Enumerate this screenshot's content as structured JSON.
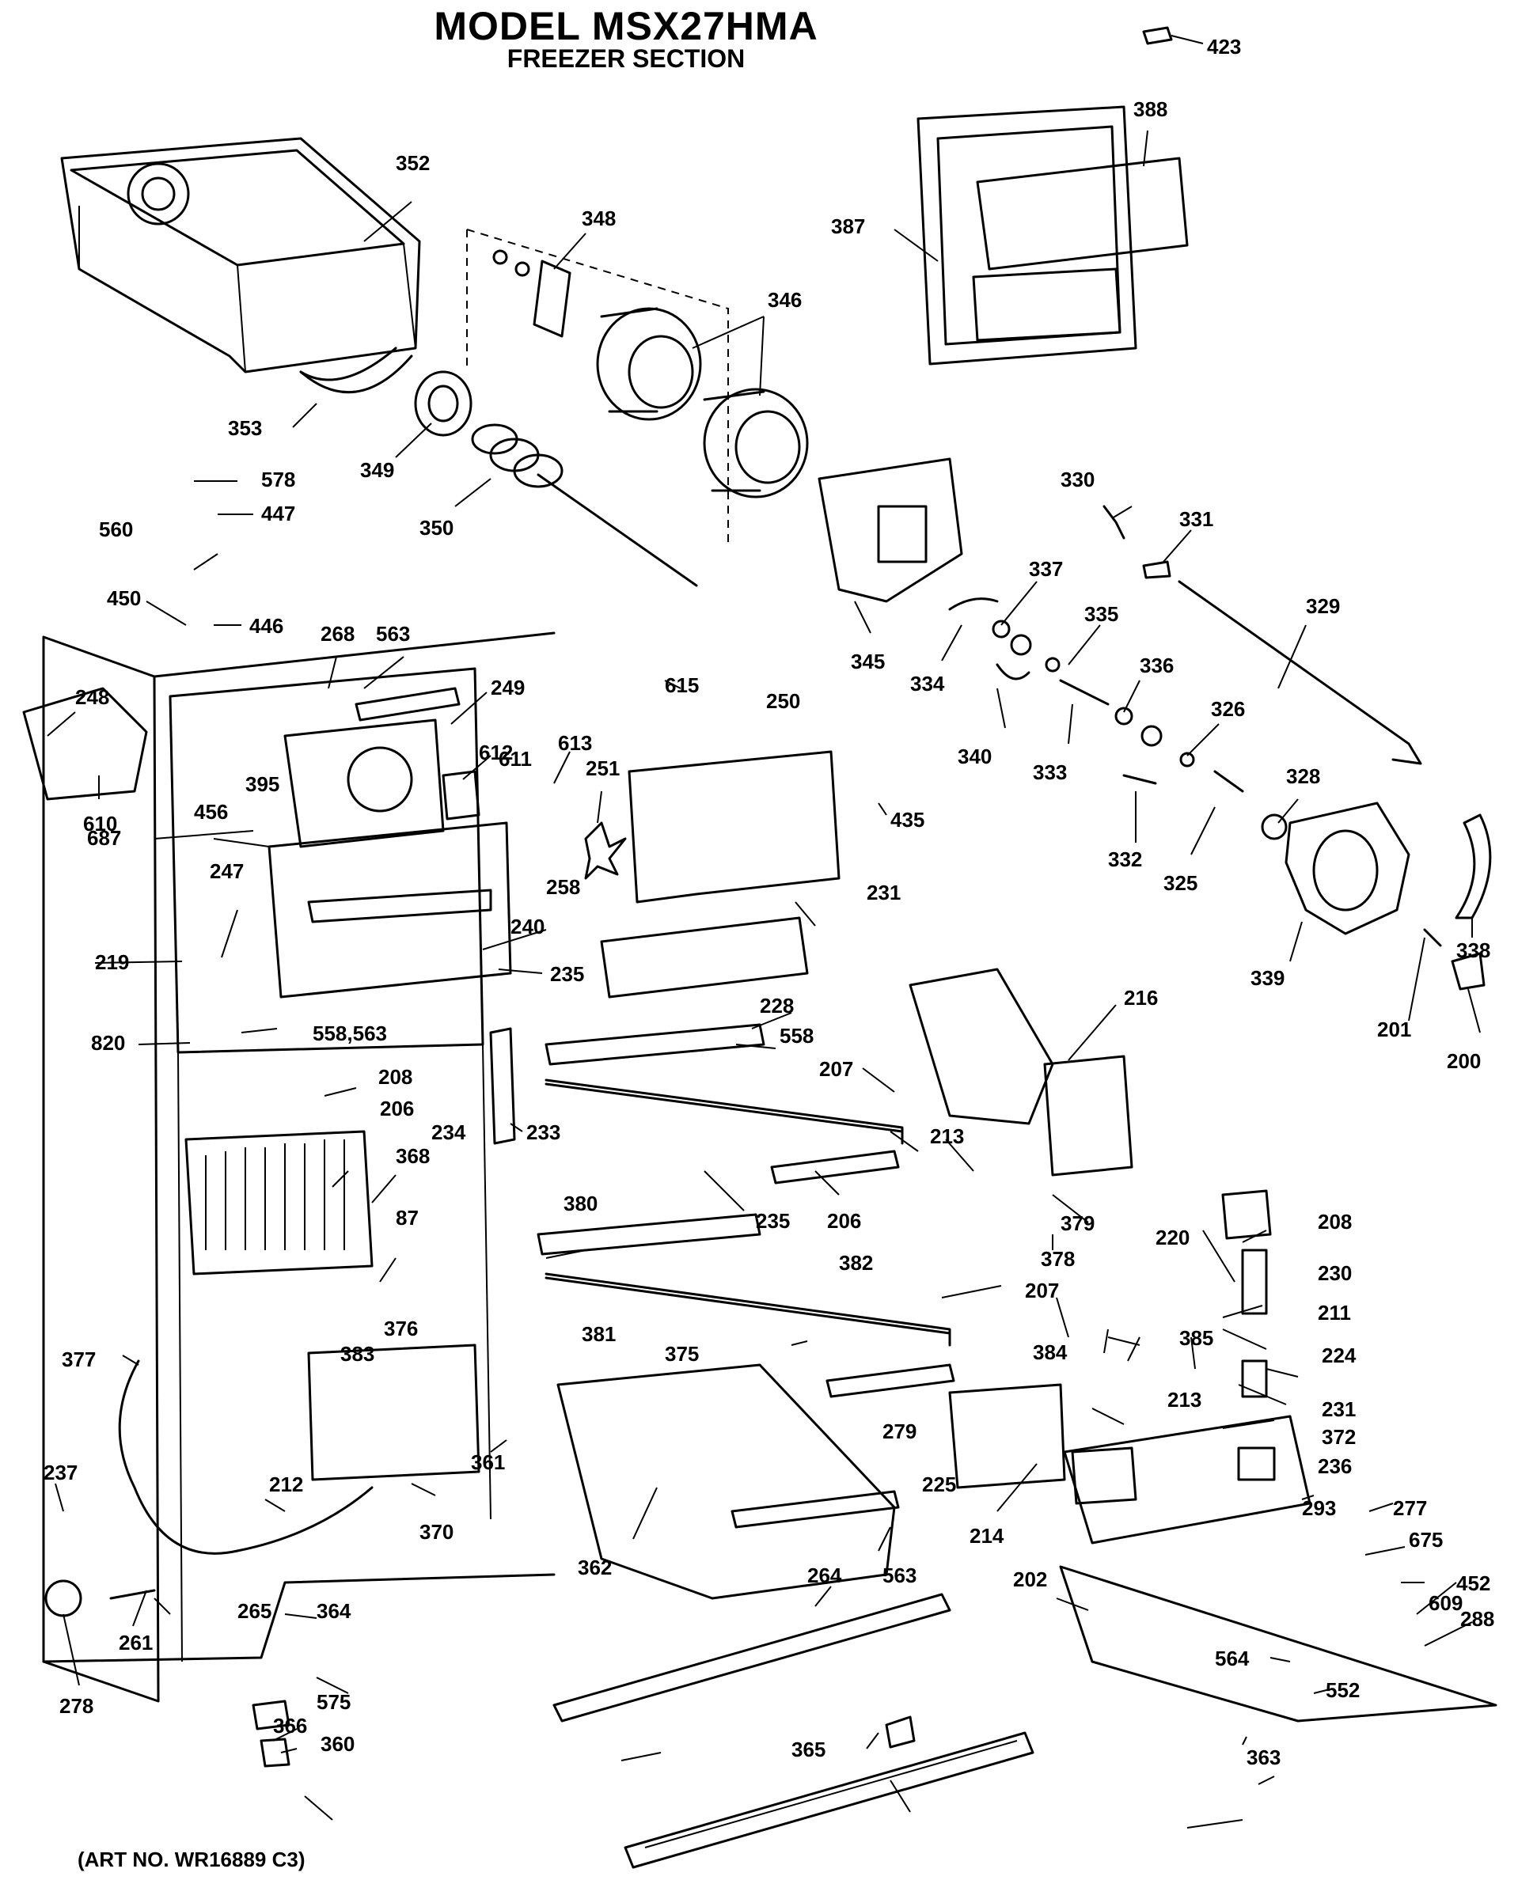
{
  "header": {
    "title": "MODEL MSX27HMA",
    "subtitle": "FREEZER SECTION"
  },
  "footer": {
    "art_number": "(ART NO. WR16889 C3)"
  },
  "callouts": [
    "423",
    "352",
    "388",
    "387",
    "348",
    "346",
    "353",
    "349",
    "350",
    "578",
    "447",
    "560",
    "450",
    "446",
    "345",
    "330",
    "331",
    "337",
    "329",
    "335",
    "334",
    "340",
    "333",
    "336",
    "332",
    "326",
    "325",
    "328",
    "339",
    "338",
    "201",
    "200",
    "268",
    "563",
    "248",
    "610",
    "249",
    "612",
    "615",
    "613",
    "611",
    "251",
    "395",
    "456",
    "687",
    "250",
    "435",
    "247",
    "258",
    "240",
    "219",
    "235",
    "231",
    "820",
    "558,563",
    "228",
    "558",
    "216",
    "208",
    "206",
    "234",
    "233",
    "207",
    "213",
    "368",
    "87",
    "235",
    "206",
    "379",
    "378",
    "380",
    "382",
    "208",
    "220",
    "230",
    "211",
    "207",
    "376",
    "383",
    "381",
    "375",
    "384",
    "385",
    "224",
    "213",
    "231",
    "372",
    "377",
    "279",
    "225",
    "214",
    "236",
    "237",
    "212",
    "370",
    "361",
    "362",
    "563",
    "202",
    "293",
    "277",
    "675",
    "364",
    "265",
    "264",
    "609",
    "452",
    "261",
    "278",
    "575",
    "366",
    "360",
    "365",
    "564",
    "552",
    "288",
    "363"
  ]
}
